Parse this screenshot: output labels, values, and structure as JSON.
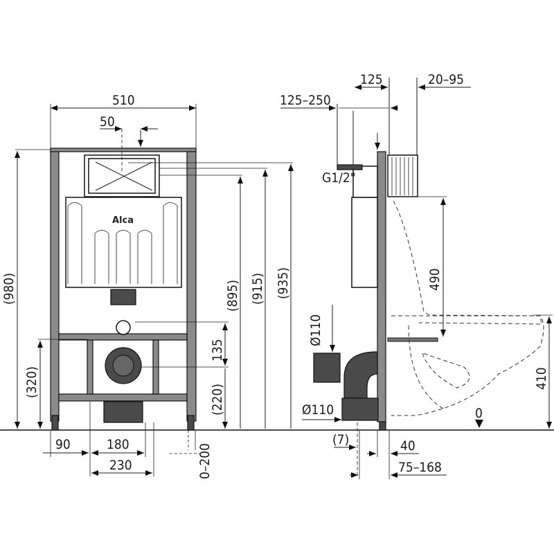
{
  "front_view": {
    "logo": "Alca",
    "dims": {
      "width": "510",
      "offset_inlet": "50",
      "height_total": "(980)",
      "height_320": "(320)",
      "height_895": "(895)",
      "height_915": "(915)",
      "height_935": "(935)",
      "height_135": "135",
      "height_220": "(220)",
      "width_90": "90",
      "width_180": "180",
      "width_230": "230",
      "foot_range": "0–200"
    }
  },
  "side_view": {
    "dims": {
      "depth_125": "125",
      "range_20_95": "20–95",
      "range_125_250": "125–250",
      "thread": "G1/2\"",
      "height_490": "490",
      "pipe_dia_top": "Ø110",
      "pipe_dia_bottom": "Ø110",
      "height_410": "410",
      "floor_level": "0",
      "offset_7": "(7)",
      "depth_40": "40",
      "range_75_168": "75–168"
    }
  }
}
